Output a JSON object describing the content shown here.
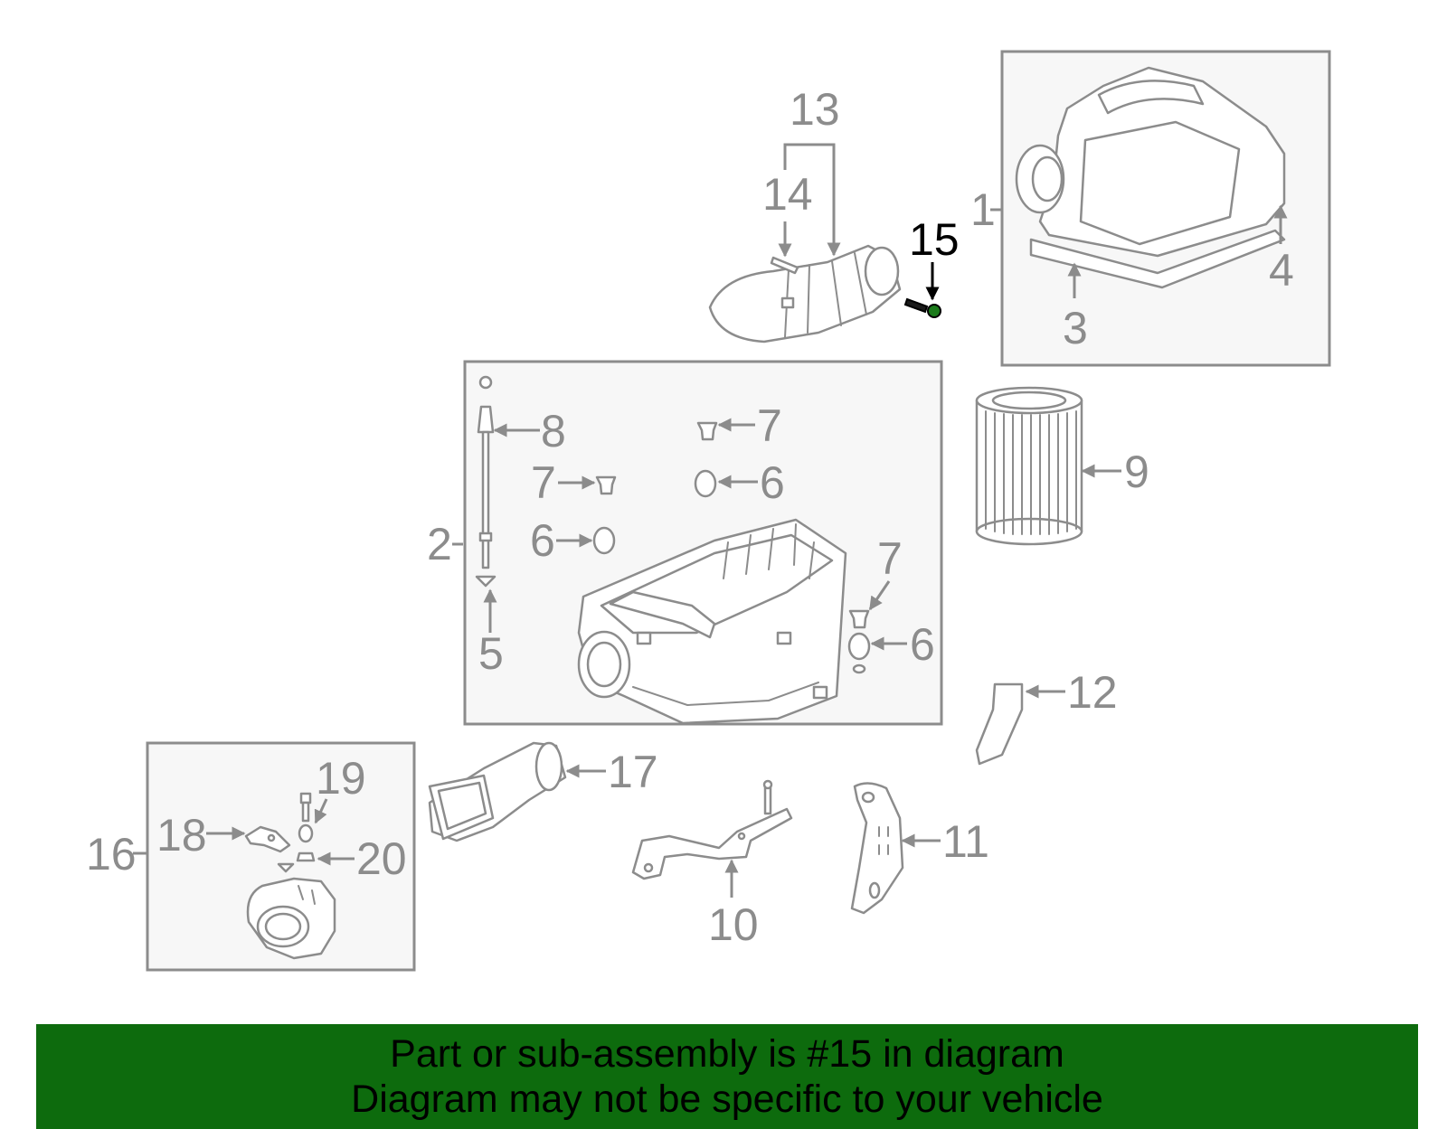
{
  "callouts": {
    "c1": "1",
    "c2": "2",
    "c3": "3",
    "c4": "4",
    "c5": "5",
    "c6a": "6",
    "c6b": "6",
    "c6c": "6",
    "c7a": "7",
    "c7b": "7",
    "c7c": "7",
    "c8": "8",
    "c9": "9",
    "c10": "10",
    "c11": "11",
    "c12": "12",
    "c13": "13",
    "c14": "14",
    "c15": "15",
    "c16": "16",
    "c17": "17",
    "c18": "18",
    "c19": "19",
    "c20": "20"
  },
  "banner": {
    "line1": "Part or sub-assembly is #15 in diagram",
    "line2": "Diagram may not be specific to your vehicle"
  },
  "colors": {
    "banner_bg": "#0d6b0d",
    "line_gray": "#8c8c8c",
    "highlight": "#000000",
    "highlight_part": "#1a7a1a"
  }
}
